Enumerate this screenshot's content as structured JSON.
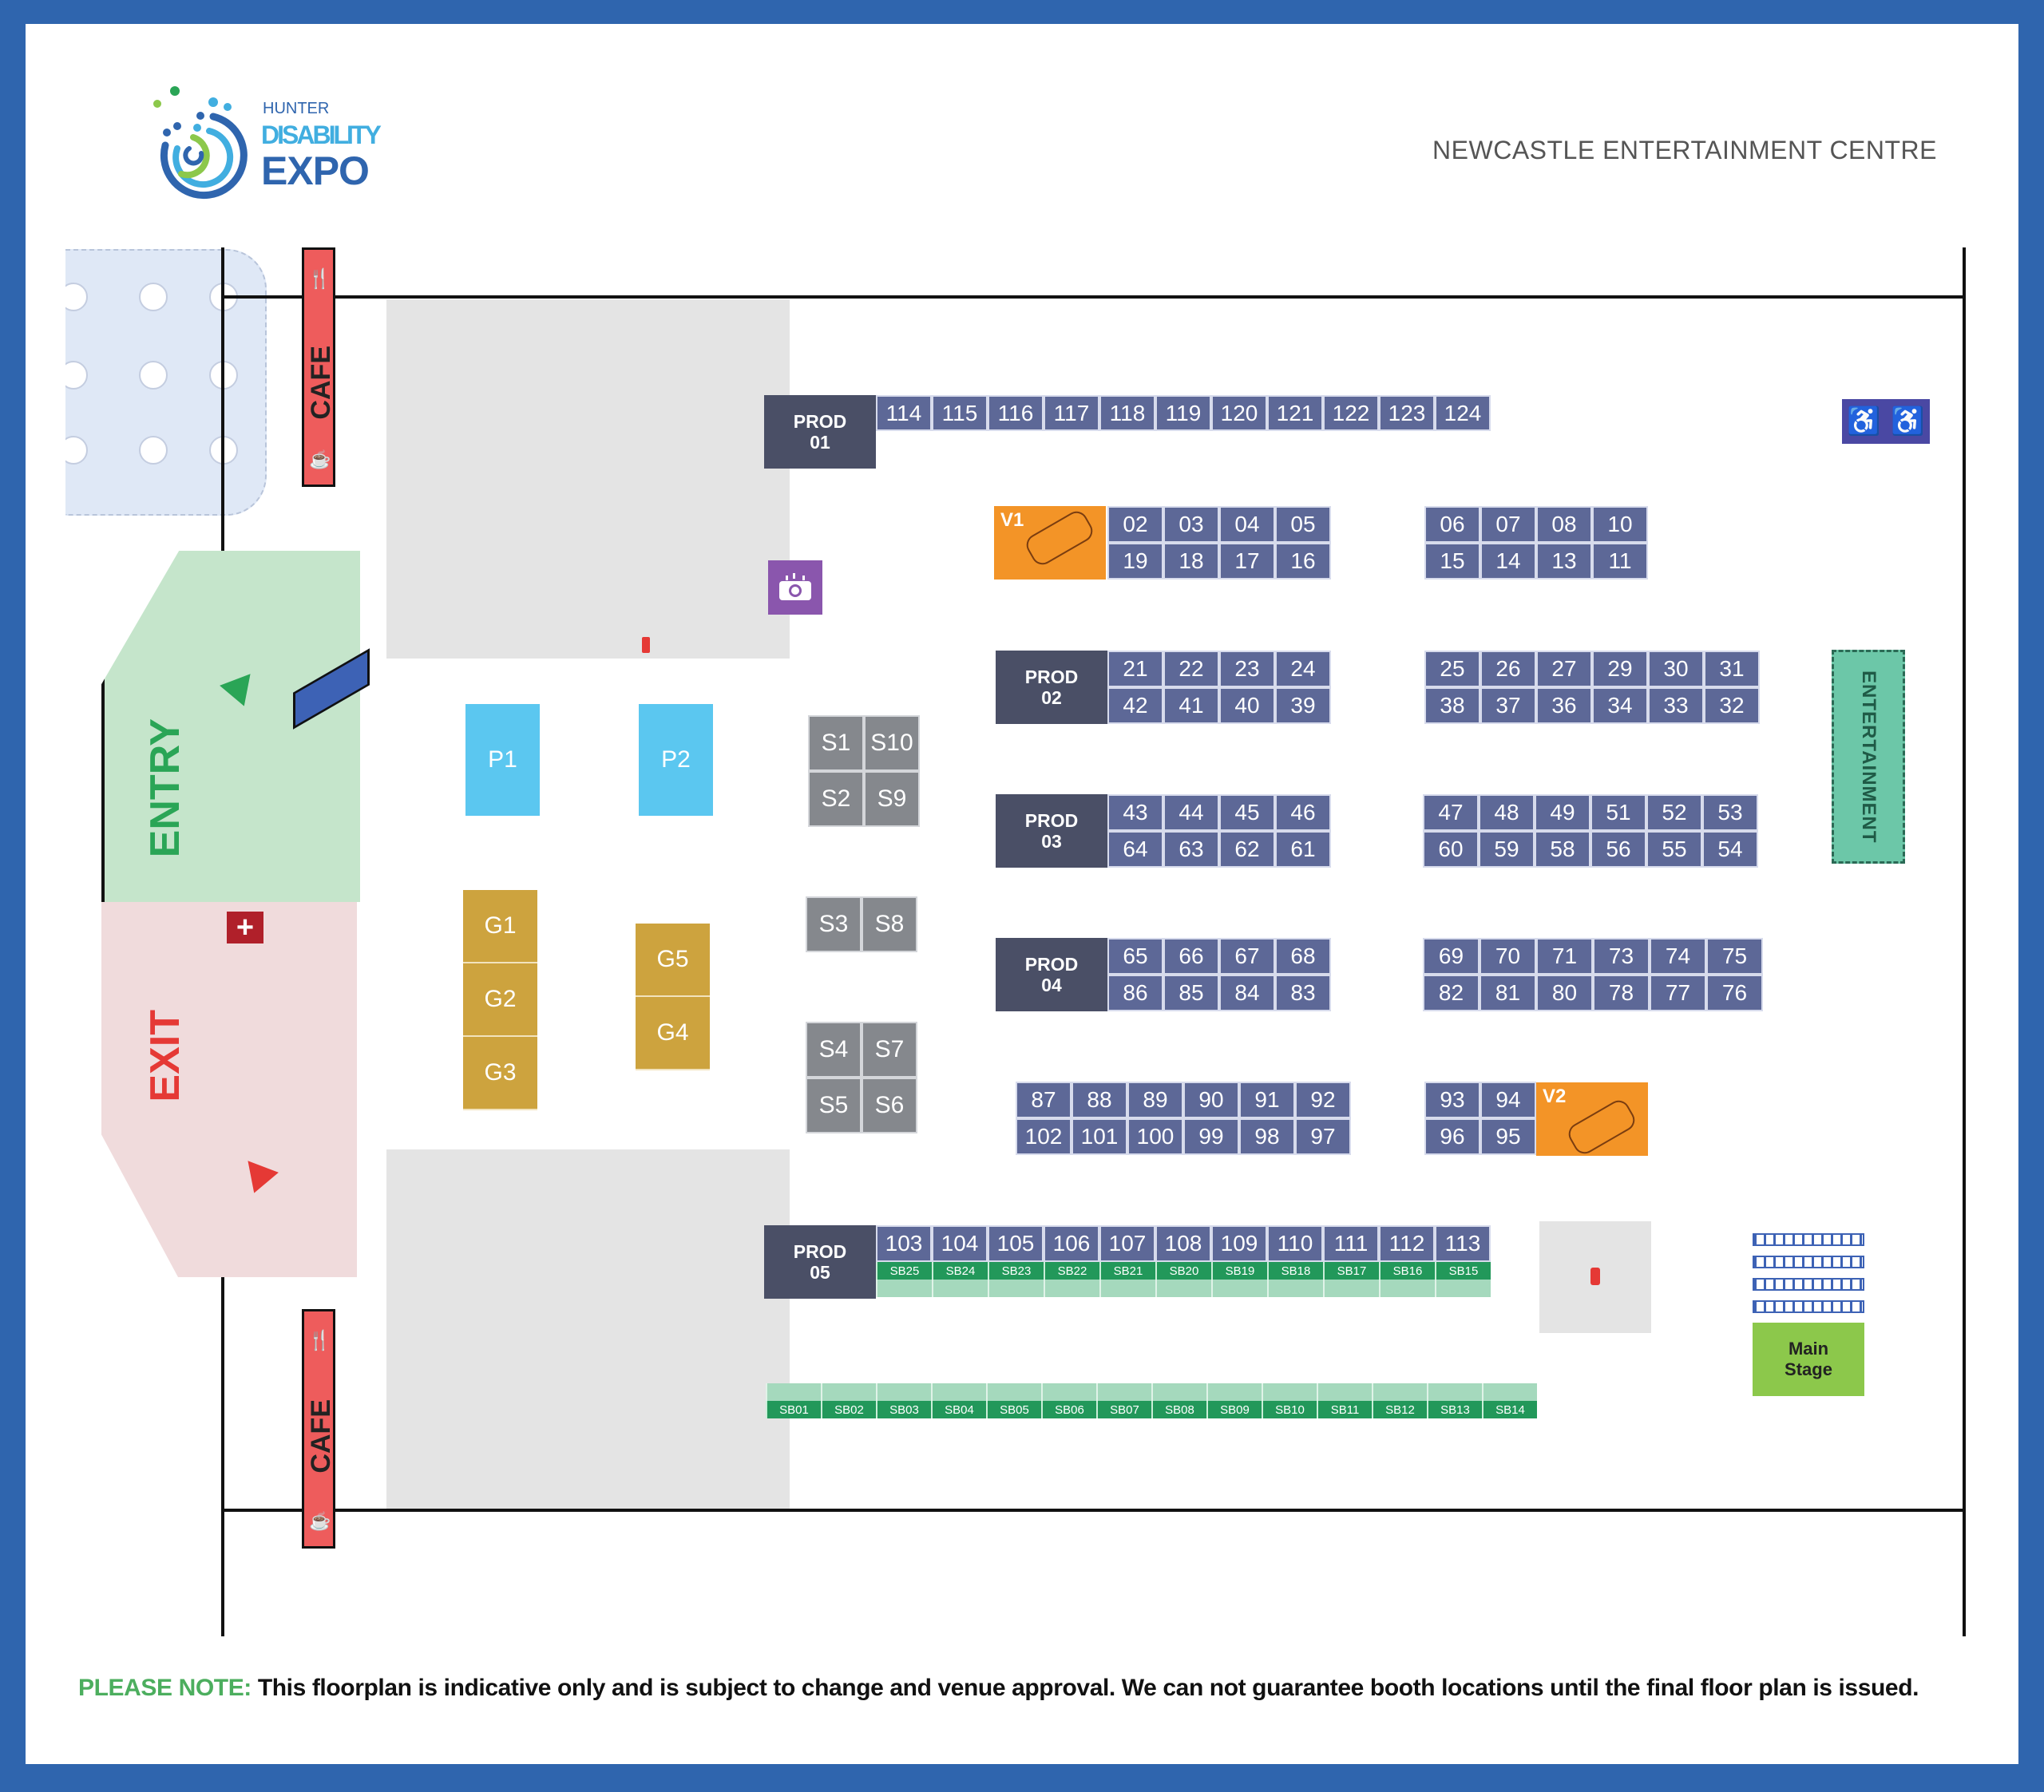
{
  "header": {
    "logo": {
      "line1": "HUNTER",
      "line2": "DISABILITY",
      "line3": "EXPO"
    },
    "venue": "NEWCASTLE ENTERTAINMENT CENTRE"
  },
  "colors": {
    "frame": "#2f65ae",
    "booth": "#5d6897",
    "prod": "#4a4f66",
    "showbag": "#22985a",
    "showbag_light": "#a5d9bd",
    "gold": "#cda33e",
    "grey_booth": "#85888d",
    "partner": "#5bc7f0",
    "vehicle": "#f39427",
    "cafe": "#ee5c5c",
    "entry": "#c5e5cb",
    "exit": "#f0dbdc",
    "entertainment": "#6cc7a8",
    "main_stage": "#8cc84b",
    "accessible": "#4a48a3",
    "photo": "#8a56ad"
  },
  "zones": {
    "cafe_top": "CAFE",
    "cafe_bottom": "CAFE",
    "entry": "ENTRY",
    "exit": "EXIT",
    "entertainment": "ENTERTAINMENT",
    "main_stage_line1": "Main",
    "main_stage_line2": "Stage"
  },
  "prods": [
    {
      "line1": "PROD",
      "line2": "01"
    },
    {
      "line1": "PROD",
      "line2": "02"
    },
    {
      "line1": "PROD",
      "line2": "03"
    },
    {
      "line1": "PROD",
      "line2": "04"
    },
    {
      "line1": "PROD",
      "line2": "05"
    }
  ],
  "vehicles": [
    "V1",
    "V2"
  ],
  "partners": [
    "P1",
    "P2"
  ],
  "gold_booths": [
    "G1",
    "G2",
    "G3",
    "G5",
    "G4"
  ],
  "sponsor_booths": [
    "S1",
    "S10",
    "S2",
    "S9",
    "S3",
    "S8",
    "S4",
    "S7",
    "S5",
    "S6"
  ],
  "rows": {
    "top": [
      "114",
      "115",
      "116",
      "117",
      "118",
      "119",
      "120",
      "121",
      "122",
      "123",
      "124"
    ],
    "b1_top": [
      "02",
      "03",
      "04",
      "05"
    ],
    "b1_bot": [
      "19",
      "18",
      "17",
      "16"
    ],
    "b2_top": [
      "06",
      "07",
      "08",
      "10"
    ],
    "b2_bot": [
      "15",
      "14",
      "13",
      "11"
    ],
    "b3_top": [
      "21",
      "22",
      "23",
      "24"
    ],
    "b3_bot": [
      "42",
      "41",
      "40",
      "39"
    ],
    "b4_top": [
      "25",
      "26",
      "27",
      "29",
      "30",
      "31"
    ],
    "b4_bot": [
      "38",
      "37",
      "36",
      "34",
      "33",
      "32"
    ],
    "b5_top": [
      "43",
      "44",
      "45",
      "46"
    ],
    "b5_bot": [
      "64",
      "63",
      "62",
      "61"
    ],
    "b6_top": [
      "47",
      "48",
      "49",
      "51",
      "52",
      "53"
    ],
    "b6_bot": [
      "60",
      "59",
      "58",
      "56",
      "55",
      "54"
    ],
    "b7_top": [
      "65",
      "66",
      "67",
      "68"
    ],
    "b7_bot": [
      "86",
      "85",
      "84",
      "83"
    ],
    "b8_top": [
      "69",
      "70",
      "71",
      "73",
      "74",
      "75"
    ],
    "b8_bot": [
      "82",
      "81",
      "80",
      "78",
      "77",
      "76"
    ],
    "b9_top": [
      "87",
      "88",
      "89",
      "90",
      "91",
      "92"
    ],
    "b9_bot": [
      "102",
      "101",
      "100",
      "99",
      "98",
      "97"
    ],
    "b10_top": [
      "93",
      "94"
    ],
    "b10_bot": [
      "96",
      "95"
    ],
    "bottom": [
      "103",
      "104",
      "105",
      "106",
      "107",
      "108",
      "109",
      "110",
      "111",
      "112",
      "113"
    ],
    "sb_upper": [
      "SB25",
      "SB24",
      "SB23",
      "SB22",
      "SB21",
      "SB20",
      "SB19",
      "SB18",
      "SB17",
      "SB16",
      "SB15"
    ],
    "sb_lower": [
      "SB01",
      "SB02",
      "SB03",
      "SB04",
      "SB05",
      "SB06",
      "SB07",
      "SB08",
      "SB09",
      "SB10",
      "SB11",
      "SB12",
      "SB13",
      "SB14"
    ]
  },
  "icons": {
    "accessible": "wheelchair-icon",
    "photo": "camera-icon",
    "first_aid": "first-aid-cross-icon",
    "cafe_food": "cutlery-icon",
    "cafe_drink": "coffee-cup-icon",
    "vehicle": "car-icon"
  },
  "footer": {
    "note_label": "PLEASE NOTE:",
    "note_text": " This floorplan is indicative only and is subject to change and venue approval. We can not guarantee booth locations until the final floor plan is issued."
  }
}
